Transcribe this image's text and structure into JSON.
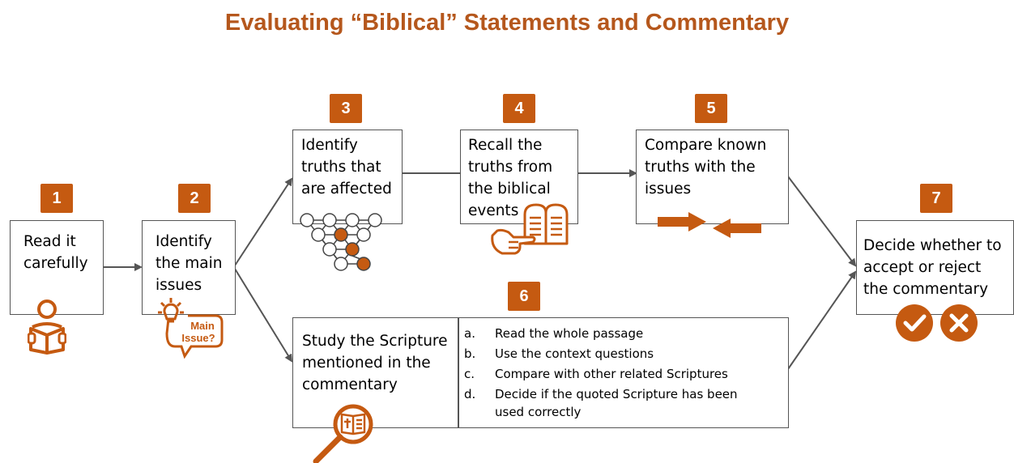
{
  "title": "Evaluating “Biblical” Statements and Commentary",
  "colors": {
    "accent": "#c55a11",
    "title": "#b5571c",
    "line": "#555555"
  },
  "steps": [
    {
      "num": "1",
      "lines": [
        "Read it",
        "carefully"
      ],
      "icon": "reading-person-icon"
    },
    {
      "num": "2",
      "lines": [
        "Identify",
        "the main",
        "issues"
      ],
      "icon": "lightbulb-main-issue-icon"
    },
    {
      "num": "3",
      "lines": [
        "Identify",
        "truths that",
        "are affected"
      ],
      "icon": "node-network-icon"
    },
    {
      "num": "4",
      "lines": [
        "Recall the",
        "truths from",
        "the biblical",
        "events"
      ],
      "icon": "tablets-pointing-hand-icon"
    },
    {
      "num": "5",
      "lines": [
        "Compare known",
        "truths with the",
        "issues"
      ],
      "icon": "opposing-arrows-icon"
    },
    {
      "num": "6",
      "lines": [
        "Study the Scripture",
        "mentioned in the",
        "commentary"
      ],
      "icon": "magnifier-bible-icon"
    },
    {
      "num": "7",
      "lines": [
        "Decide whether to",
        "accept or reject",
        "the commentary"
      ],
      "icon": "check-cross-icon"
    }
  ],
  "main_issue_label": [
    "Main",
    "Issue?"
  ],
  "study_list": [
    {
      "marker": "a.",
      "lines": [
        "Read the whole passage"
      ]
    },
    {
      "marker": "b.",
      "lines": [
        "Use the context questions"
      ]
    },
    {
      "marker": "c.",
      "lines": [
        "Compare with other related Scriptures"
      ]
    },
    {
      "marker": "d.",
      "lines": [
        "Decide if the quoted Scripture has been",
        "used correctly"
      ]
    }
  ]
}
